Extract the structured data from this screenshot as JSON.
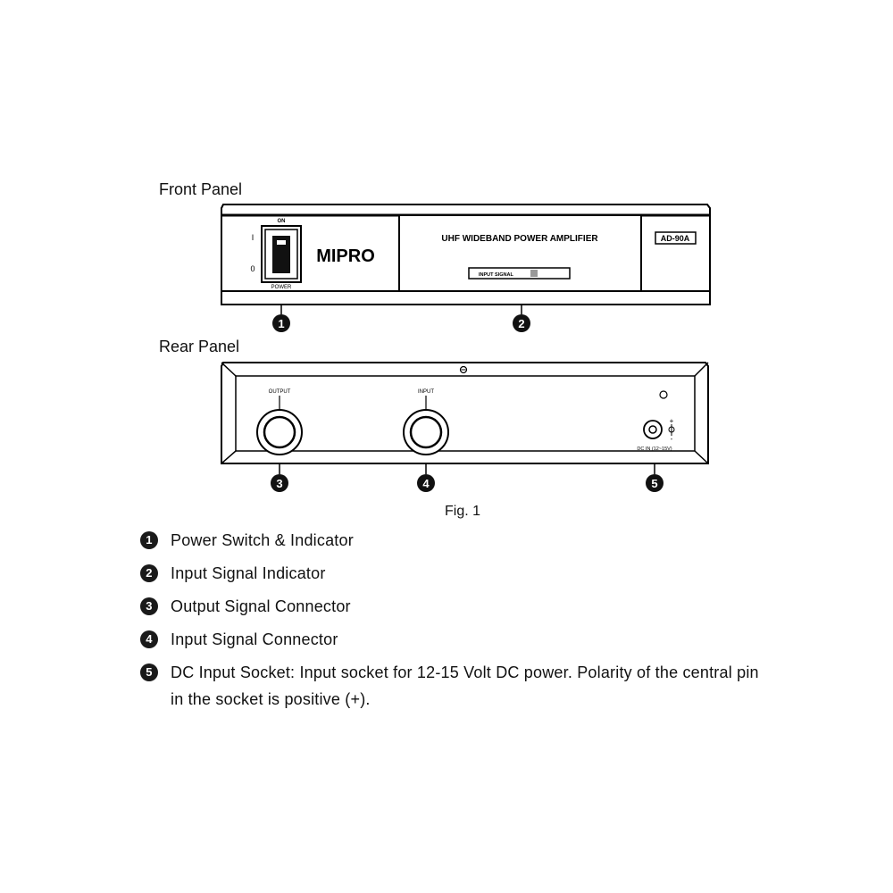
{
  "headings": {
    "front_panel": "Front Panel",
    "rear_panel": "Rear Panel"
  },
  "front": {
    "on_label": "ON",
    "i_label": "I",
    "o_label": "0",
    "power_label": "POWER",
    "brand": "MIPRO",
    "product_title": "UHF WIDEBAND POWER AMPLIFIER",
    "input_signal_label": "INPUT SIGNAL",
    "model": "AD-90A"
  },
  "rear": {
    "output_label": "OUTPUT",
    "input_label": "INPUT",
    "dc_in_label": "DC IN (12~15V)",
    "plus_label": "+",
    "minus_label": "-"
  },
  "callouts": [
    "1",
    "2",
    "3",
    "4",
    "5"
  ],
  "figure_caption": "Fig. 1",
  "legend": [
    {
      "num": "1",
      "text": "Power Switch & Indicator"
    },
    {
      "num": "2",
      "text": "Input Signal Indicator"
    },
    {
      "num": "3",
      "text": "Output Signal Connector"
    },
    {
      "num": "4",
      "text": "Input Signal Connector"
    },
    {
      "num": "5",
      "text": "DC Input Socket: Input socket for 12-15 Volt DC power. Polarity of the central pin in the socket is positive (+)."
    }
  ]
}
